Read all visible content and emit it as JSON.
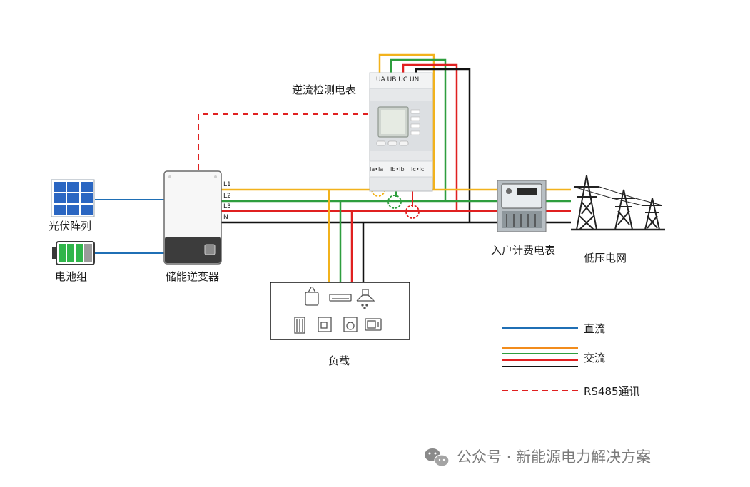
{
  "labels": {
    "pv_array": "光伏阵列",
    "battery": "电池组",
    "inverter": "储能逆变器",
    "reverse_meter": "逆流检测电表",
    "billing_meter": "入户计费电表",
    "grid": "低压电网",
    "load": "负载"
  },
  "inverter_ports": [
    "L1",
    "L2",
    "L3",
    "N"
  ],
  "meter_top_terminals": "UA UB UC UN",
  "meter_ct_labels": [
    "Ia•Ia",
    "Ib•Ib",
    "Ic•Ic"
  ],
  "legend": [
    {
      "label": "直流",
      "style": "solid",
      "colors": [
        "#1f6fb5"
      ]
    },
    {
      "label": "交流",
      "style": "solid",
      "colors": [
        "#f28c1c",
        "#2e9e3e",
        "#e02020",
        "#111111"
      ]
    },
    {
      "label": "RS485通讯",
      "style": "dashed",
      "colors": [
        "#e02020"
      ]
    }
  ],
  "watermark": "公众号 · 新能源电力解决方案",
  "colors": {
    "dc": "#1f6fb5",
    "phase_a": "#f2b21c",
    "phase_b": "#2e9e3e",
    "phase_c": "#e02020",
    "neutral": "#111111",
    "rs485": "#e02020"
  }
}
